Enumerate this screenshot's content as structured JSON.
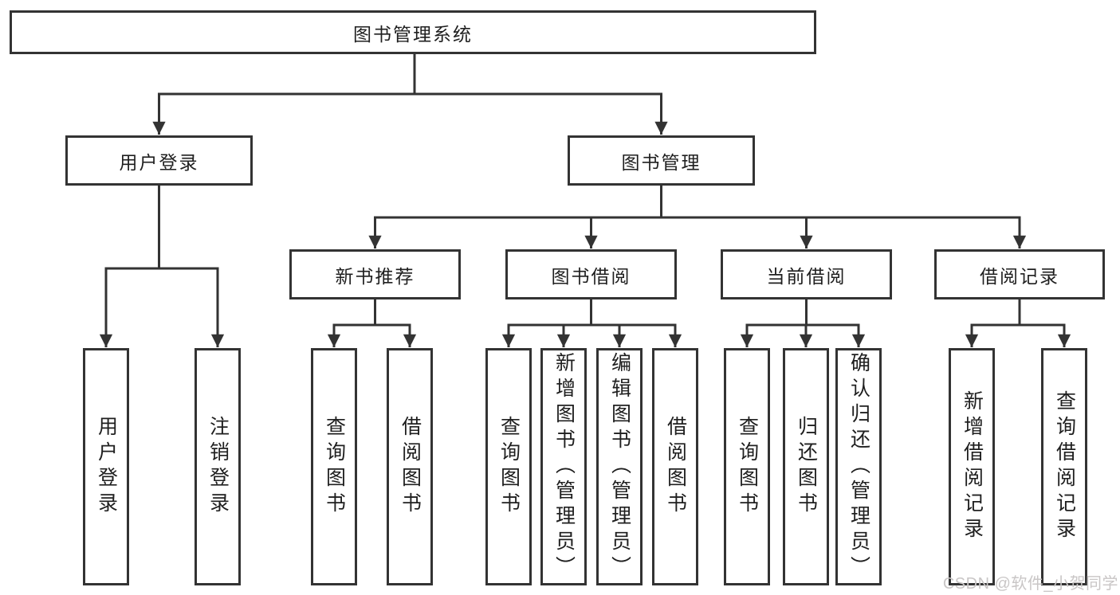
{
  "diagram": {
    "root": {
      "label": "图书管理系统"
    },
    "branches": {
      "user_login": {
        "label": "用户登录",
        "children": [
          "用户登录",
          "注销登录"
        ]
      },
      "book_management": {
        "label": "图书管理",
        "sections": [
          {
            "label": "新书推荐",
            "children": [
              "查询图书",
              "借阅图书"
            ]
          },
          {
            "label": "图书借阅",
            "children": [
              "查询图书",
              "新增图书（管理员）",
              "编辑图书（管理员）",
              "借阅图书"
            ]
          },
          {
            "label": "当前借阅",
            "children": [
              "查询图书",
              "归还图书",
              "确认归还（管理员）"
            ]
          },
          {
            "label": "借阅记录",
            "children": [
              "新增借阅记录",
              "查询借阅记录"
            ]
          }
        ]
      }
    }
  },
  "watermark": "CSDN @软件_小贺同学",
  "colors": {
    "line": "#333333",
    "box_border": "#333333",
    "text": "#1f1f1f",
    "watermark": "#c9c6c6",
    "background": "#ffffff"
  }
}
